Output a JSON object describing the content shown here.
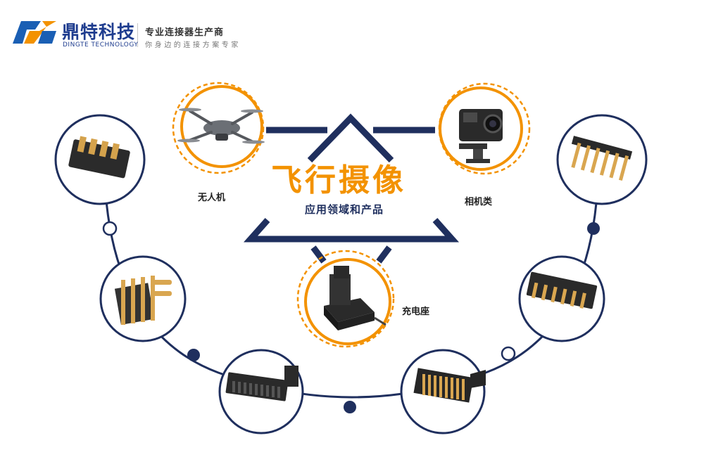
{
  "brand": {
    "name_cn": "鼎特科技",
    "name_en": "DINGTE TECHNOLOGY",
    "tagline": "专业连接器生产商",
    "slogan": "你身边的连接方案专家"
  },
  "center": {
    "title": "飞行摄像",
    "subtitle": "应用领域和产品"
  },
  "applications": [
    {
      "label": "无人机",
      "icon": "drone-icon"
    },
    {
      "label": "相机类",
      "icon": "action-camera-icon"
    },
    {
      "label": "充电座",
      "icon": "charging-dock-icon"
    }
  ],
  "products": [
    {
      "icon": "battery-connector-4pin-icon"
    },
    {
      "icon": "spring-pin-connector-icon"
    },
    {
      "icon": "board-connector-10pin-icon"
    },
    {
      "icon": "right-angle-pin-header-icon"
    },
    {
      "icon": "smt-pogo-connector-icon"
    },
    {
      "icon": "pin-header-6pin-icon"
    }
  ],
  "colors": {
    "navy": "#1f2f5e",
    "orange": "#f39200",
    "logo_blue": "#1f3d8f"
  }
}
